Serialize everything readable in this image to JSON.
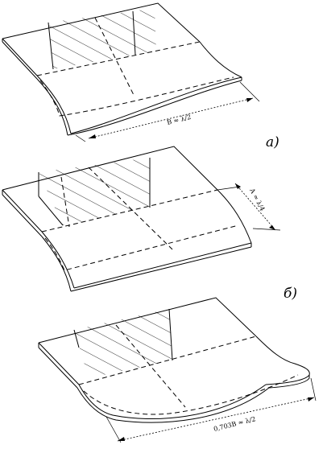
{
  "panels": [
    {
      "label": "а)",
      "dimension": "B ≈ λ/2"
    },
    {
      "label": "б)",
      "dimension": "A ≈ λ/4"
    },
    {
      "label": "",
      "dimension": "0,703B ≈ λ/2"
    }
  ]
}
